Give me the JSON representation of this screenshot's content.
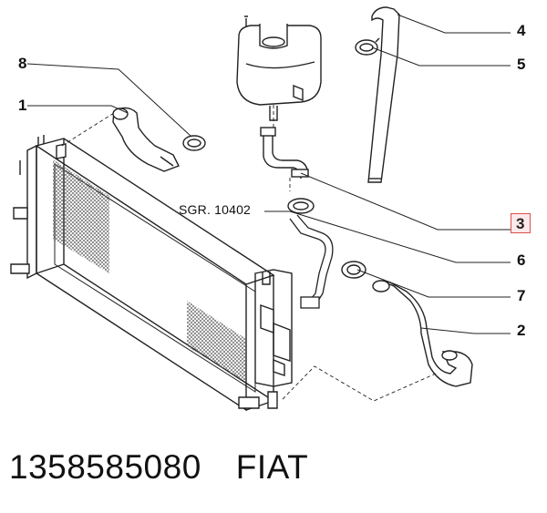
{
  "diagram": {
    "callouts": {
      "p1": "1",
      "p2": "2",
      "p3": "3",
      "p4": "4",
      "p5": "5",
      "p6": "6",
      "p7": "7",
      "p8": "8"
    },
    "reference_note": "SGR. 10402",
    "highlighted_part": "3"
  },
  "footer": {
    "part_number": "1358585080",
    "brand": "FIAT"
  },
  "colors": {
    "line": "#222222",
    "highlight_fill": "#fde8ea",
    "highlight_border": "#d9534f"
  }
}
